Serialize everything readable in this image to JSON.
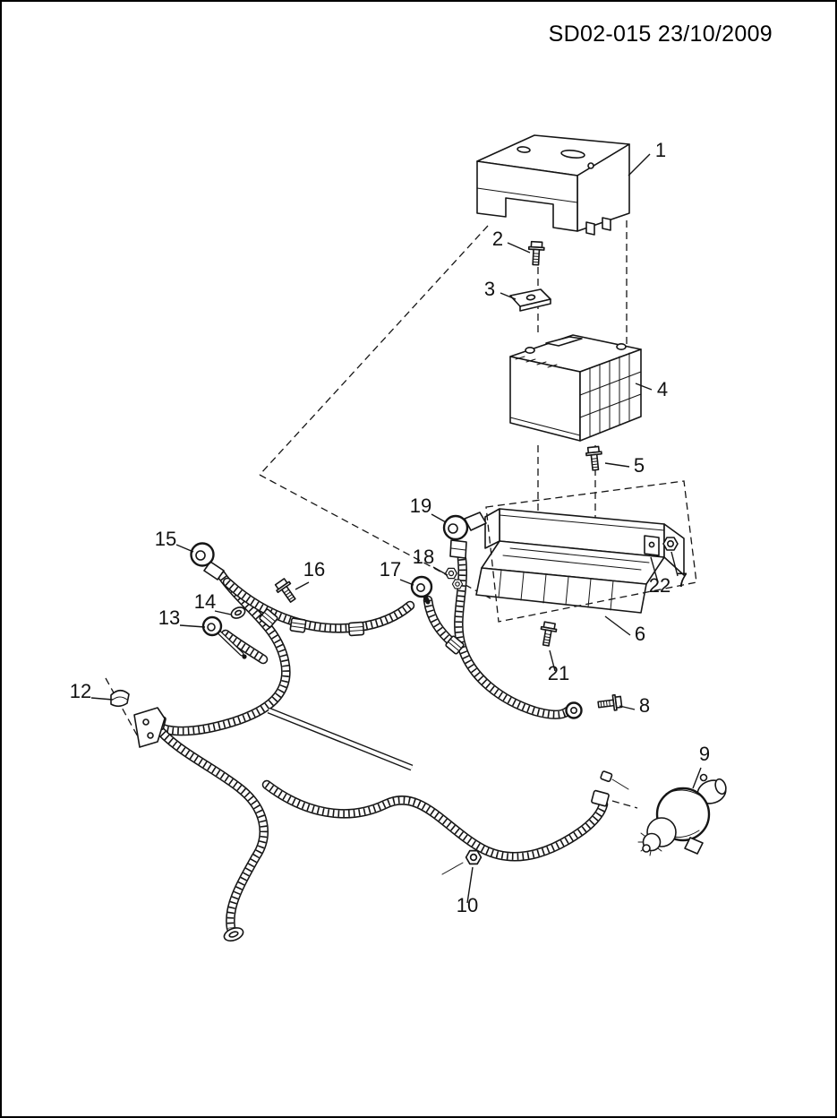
{
  "page": {
    "title": "SD02-015 23/10/2009"
  },
  "diagram": {
    "colors": {
      "line": "#151515",
      "background": "#ffffff"
    },
    "callouts": [
      {
        "label": "1"
      },
      {
        "label": "2"
      },
      {
        "label": "3"
      },
      {
        "label": "4"
      },
      {
        "label": "5"
      },
      {
        "label": "6"
      },
      {
        "label": "7"
      },
      {
        "label": "8"
      },
      {
        "label": "9"
      },
      {
        "label": "10"
      },
      {
        "label": "12"
      },
      {
        "label": "13"
      },
      {
        "label": "14"
      },
      {
        "label": "15"
      },
      {
        "label": "16"
      },
      {
        "label": "17"
      },
      {
        "label": "18"
      },
      {
        "label": "19"
      },
      {
        "label": "21"
      },
      {
        "label": "22"
      }
    ]
  }
}
